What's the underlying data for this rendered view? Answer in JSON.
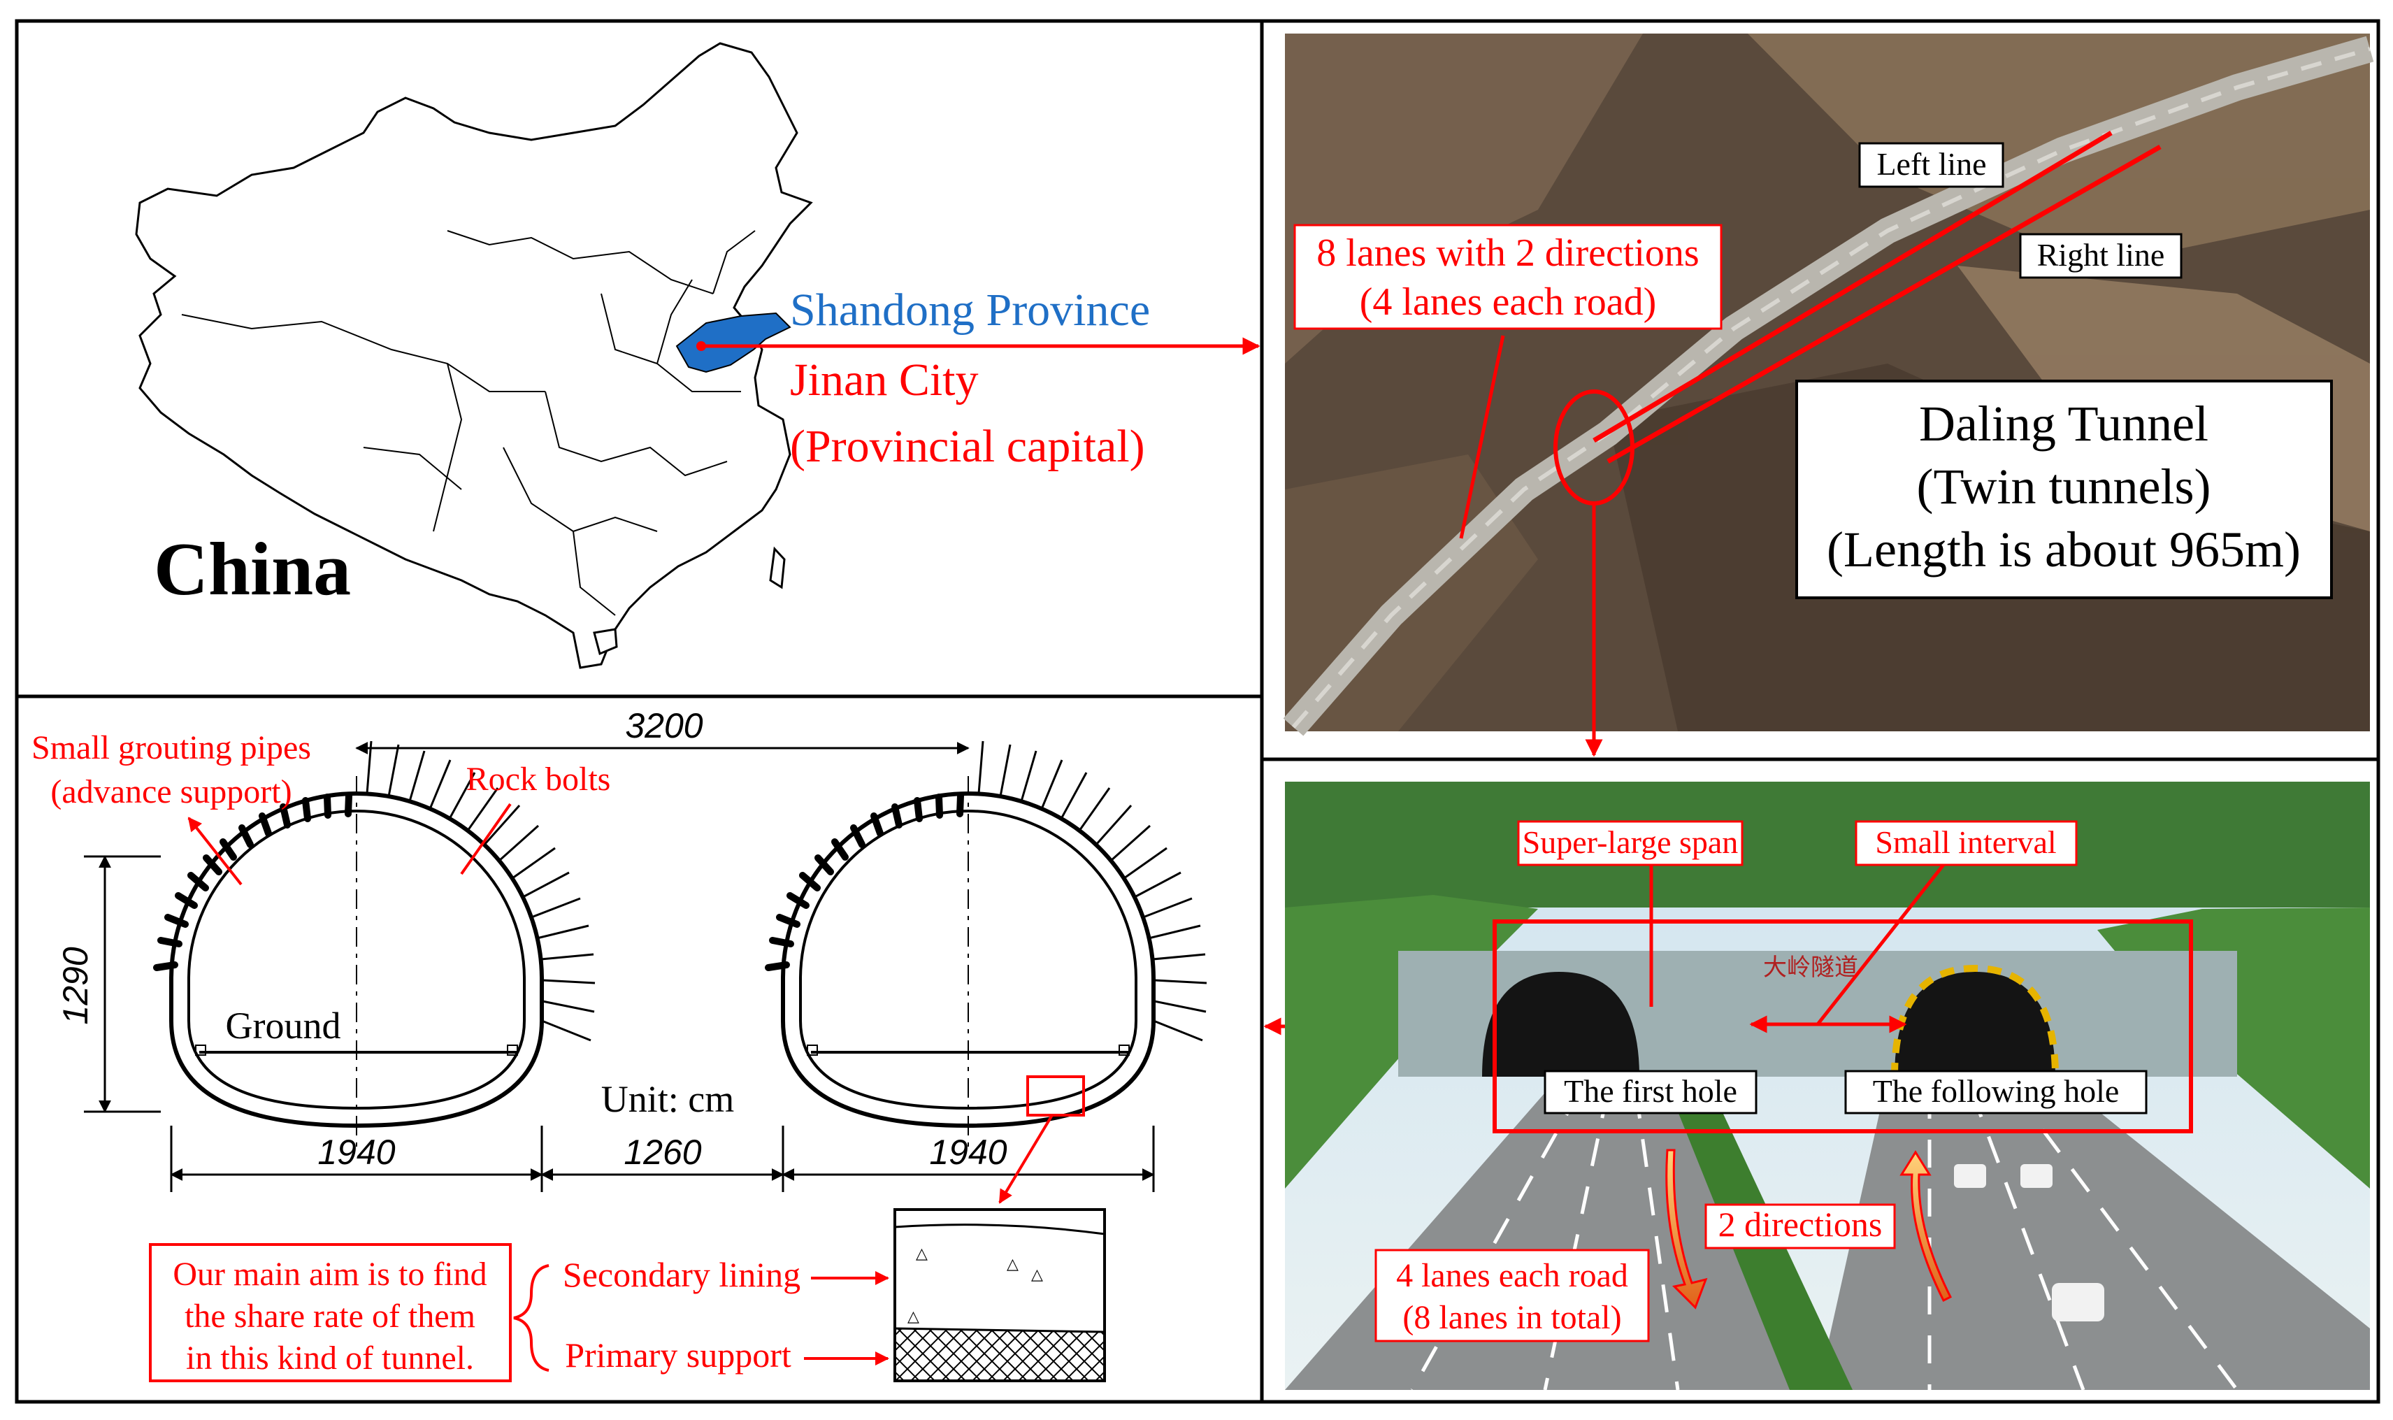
{
  "map_panel": {
    "country_label": "China",
    "province_label": "Shandong Province",
    "city_label": "Jinan City",
    "capital_label": "(Provincial capital)",
    "colors": {
      "province_fill": "#1f6fc6",
      "annotation_red": "#ff0000"
    }
  },
  "aerial_panel": {
    "left_line": "Left line",
    "right_line": "Right line",
    "lanes_line1": "8 lanes with 2 directions",
    "lanes_line2": "(4 lanes each road)",
    "tunnel_name": "Daling Tunnel",
    "tunnel_type": "(Twin tunnels)",
    "tunnel_length": "(Length is about 965m)"
  },
  "section_panel": {
    "grout_line1": "Small grouting pipes",
    "grout_line2": "(advance support)",
    "rock_bolts": "Rock bolts",
    "dim_total": "3200",
    "dim_height": "1290",
    "dim_left_width": "1940",
    "dim_gap": "1260",
    "dim_right_width": "1940",
    "ground": "Ground",
    "unit": "Unit: cm",
    "aim_line1": "Our main aim is to find",
    "aim_line2": "the share rate of them",
    "aim_line3": "in this kind of tunnel.",
    "secondary_lining": "Secondary lining",
    "primary_support": "Primary support"
  },
  "photo_panel": {
    "super_large_span": "Super-large span",
    "small_interval": "Small interval",
    "first_hole": "The first hole",
    "following_hole": "The following hole",
    "two_directions": "2 directions",
    "lanes_line1": "4 lanes each road",
    "lanes_line2": "(8 lanes in total)",
    "portal_sign": "大岭隧道"
  }
}
